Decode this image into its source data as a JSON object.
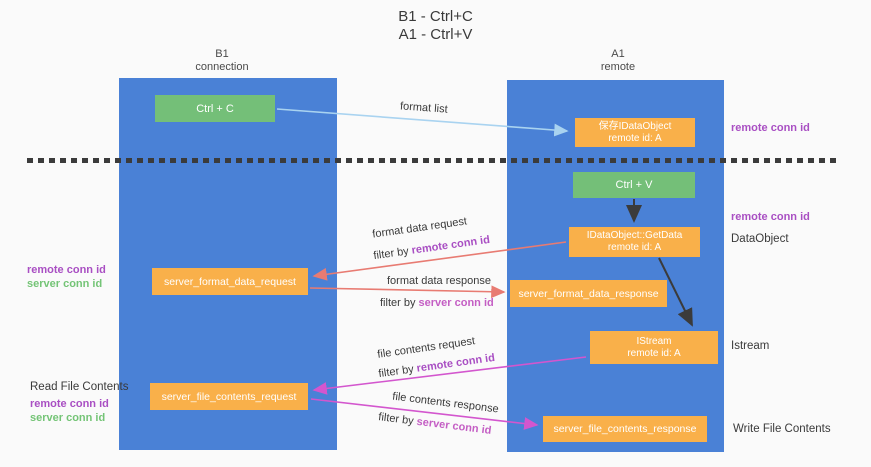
{
  "title": {
    "line1": "B1 - Ctrl+C",
    "line2": "A1 - Ctrl+V"
  },
  "columns": {
    "left": {
      "title": "B1",
      "subtitle": "connection"
    },
    "right": {
      "title": "A1",
      "subtitle": "remote"
    }
  },
  "nodes": {
    "ctrl_c": "Ctrl + C",
    "ctrl_v": "Ctrl + V",
    "save_dataobject_line1": "保存IDataObject",
    "save_dataobject_line2": "remote id: A",
    "getdata_line1": "IDataObject::GetData",
    "getdata_line2": "remote id: A",
    "istream_line1": "IStream",
    "istream_line2": "remote id: A",
    "server_format_data_request": "server_format_data_request",
    "server_format_data_response": "server_format_data_response",
    "server_file_contents_request": "server_file_contents_request",
    "server_file_contents_response": "server_file_contents_response"
  },
  "arrow_labels": {
    "format_list": "format list",
    "format_data_request": "format data request",
    "format_data_response": "format data response",
    "file_contents_request": "file contents request",
    "file_contents_response": "file contents response",
    "filter_by": "filter by",
    "remote_conn_id": "remote conn id",
    "server_conn_id": "server conn id"
  },
  "side_labels": {
    "remote_conn_id": "remote conn id",
    "server_conn_id": "server conn id",
    "dataobject": "DataObject",
    "istream": "Istream",
    "read_file_contents": "Read File Contents",
    "write_file_contents": "Write File Contents"
  },
  "colors": {
    "column_blue": "#4a81d6",
    "node_orange": "#f9b04a",
    "node_green": "#74bf78",
    "arrow_light_blue": "#a9d3f0",
    "arrow_salmon": "#e87b72",
    "arrow_magenta": "#d356ce",
    "arrow_black": "#3b3b3b",
    "label_purple": "#a94fc3",
    "label_orchid": "#c45ec4",
    "label_green": "#74c476",
    "background": "#fafafa"
  }
}
